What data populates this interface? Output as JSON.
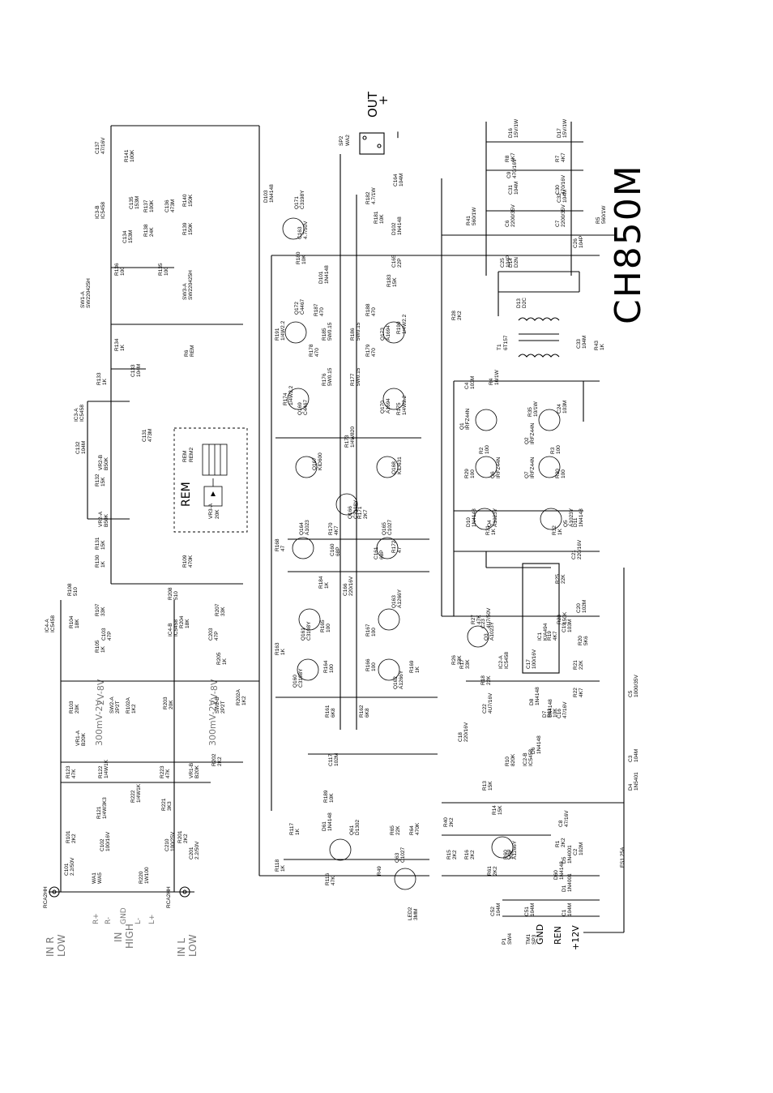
{
  "title": "CH850M",
  "output": {
    "plus": "+",
    "minus": "_",
    "label": "OUT",
    "connector": "SP2",
    "connector_sub": "WA2"
  },
  "left_labels": {
    "in_r": "IN R",
    "in_r_low": "LOW",
    "in_high": "IN",
    "in_high_sub": "HIGH",
    "in_l": "IN L",
    "in_l_low": "LOW",
    "pins": [
      "R+",
      "R-",
      "GND",
      "L-",
      "L+"
    ],
    "conn_r": "RCA2HH",
    "conn_l": "RCA2HH",
    "gain_r": "300mV-2V",
    "gain_l": "300mV-2V",
    "range_r": "2V-8V",
    "range_l": "2V-8V"
  },
  "rem_box": {
    "label": "REM",
    "pot": "VR3-A",
    "pot_val": "20K",
    "conn": "REM",
    "conn_sub": "REM2"
  },
  "power_labels": {
    "gnd": "GND",
    "ren": "REN",
    "v12": "+12V",
    "fuse": "FS1 25A"
  },
  "transformer": {
    "name": "T1",
    "part": "6T157"
  },
  "components": {
    "resistors": [
      {
        "id": "R141",
        "val": "100K"
      },
      {
        "id": "R137",
        "val": "100K"
      },
      {
        "id": "R138",
        "val": "24K"
      },
      {
        "id": "R139",
        "val": "150K"
      },
      {
        "id": "R140",
        "val": "150K"
      },
      {
        "id": "R136",
        "val": "100"
      },
      {
        "id": "R135",
        "val": "100"
      },
      {
        "id": "R134",
        "val": "1K"
      },
      {
        "id": "R133",
        "val": "1K"
      },
      {
        "id": "R132",
        "val": "15K"
      },
      {
        "id": "R131",
        "val": "15K"
      },
      {
        "id": "R130",
        "val": "1K"
      },
      {
        "id": "R109",
        "val": "470K"
      },
      {
        "id": "R108",
        "val": "510"
      },
      {
        "id": "R107",
        "val": "33K"
      },
      {
        "id": "R104",
        "val": "18K"
      },
      {
        "id": "R105",
        "val": "1K"
      },
      {
        "id": "R208",
        "val": "510"
      },
      {
        "id": "R207",
        "val": "33K"
      },
      {
        "id": "R204",
        "val": "18K"
      },
      {
        "id": "R205",
        "val": "1K"
      },
      {
        "id": "R103",
        "val": "20K"
      },
      {
        "id": "R102A",
        "val": "1K2"
      },
      {
        "id": "R203",
        "val": "20K"
      },
      {
        "id": "R202A",
        "val": "1K2"
      },
      {
        "id": "R123",
        "val": "47K"
      },
      {
        "id": "R122",
        "val": "1/4W1K"
      },
      {
        "id": "R121",
        "val": "1/4W3K3"
      },
      {
        "id": "R223",
        "val": "47K"
      },
      {
        "id": "R222",
        "val": "1/4W1K"
      },
      {
        "id": "R221",
        "val": "3K3"
      },
      {
        "id": "R101",
        "val": "2K2"
      },
      {
        "id": "R201",
        "val": "2K2"
      },
      {
        "id": "R220",
        "val": "1W100"
      },
      {
        "id": "R202",
        "val": "2K2"
      },
      {
        "id": "R185",
        "val": "5W0.15"
      },
      {
        "id": "R186",
        "val": "5W0.15"
      },
      {
        "id": "R176",
        "val": "5W0.15"
      },
      {
        "id": "R177",
        "val": "5W0.15"
      },
      {
        "id": "R178",
        "val": "470"
      },
      {
        "id": "R179",
        "val": "470"
      },
      {
        "id": "R187",
        "val": "470"
      },
      {
        "id": "R188",
        "val": "470"
      },
      {
        "id": "R191",
        "val": "1/4W2.2"
      },
      {
        "id": "R190",
        "val": "1/4W2.2"
      },
      {
        "id": "R174",
        "val": "1/4W2.2"
      },
      {
        "id": "R175",
        "val": "1/4W2.2"
      },
      {
        "id": "R173",
        "val": "1/4W820"
      },
      {
        "id": "R170",
        "val": "4K7"
      },
      {
        "id": "R171",
        "val": "2K7"
      },
      {
        "id": "R168",
        "val": "47"
      },
      {
        "id": "R172",
        "val": "47"
      },
      {
        "id": "R180",
        "val": "10K"
      },
      {
        "id": "R181",
        "val": "10K"
      },
      {
        "id": "R182",
        "val": "4.7/1W"
      },
      {
        "id": "R183",
        "val": "15K"
      },
      {
        "id": "R184",
        "val": "1K"
      },
      {
        "id": "R165",
        "val": "100"
      },
      {
        "id": "R167",
        "val": "100"
      },
      {
        "id": "R163",
        "val": "1K"
      },
      {
        "id": "R164",
        "val": "100"
      },
      {
        "id": "R166",
        "val": "100"
      },
      {
        "id": "R169",
        "val": "1K"
      },
      {
        "id": "R161",
        "val": "6K8"
      },
      {
        "id": "R162",
        "val": "6K8"
      },
      {
        "id": "R189",
        "val": "10K"
      },
      {
        "id": "R117",
        "val": "1K"
      },
      {
        "id": "R118",
        "val": "1K"
      },
      {
        "id": "R116",
        "val": "47K"
      },
      {
        "id": "R65",
        "val": "22K"
      },
      {
        "id": "R64",
        "val": "470K"
      },
      {
        "id": "R49",
        "val": ""
      },
      {
        "id": "R28",
        "val": "2K2"
      },
      {
        "id": "R41",
        "val": "560/1W"
      },
      {
        "id": "R5",
        "val": "560/1W"
      },
      {
        "id": "R8",
        "val": "4K7"
      },
      {
        "id": "R7",
        "val": "4K7"
      },
      {
        "id": "R4",
        "val": "10/1W"
      },
      {
        "id": "R35",
        "val": "10/1W"
      },
      {
        "id": "R2",
        "val": "100"
      },
      {
        "id": "R3",
        "val": "100"
      },
      {
        "id": "R29",
        "val": "100"
      },
      {
        "id": "R30",
        "val": "100"
      },
      {
        "id": "R31",
        "val": "1K"
      },
      {
        "id": "R32",
        "val": "1K"
      },
      {
        "id": "R43",
        "val": "1K"
      },
      {
        "id": "R25",
        "val": "22K"
      },
      {
        "id": "R27",
        "val": "47K"
      },
      {
        "id": "R26",
        "val": "33K"
      },
      {
        "id": "R23",
        "val": "150K"
      },
      {
        "id": "R20",
        "val": "5K6"
      },
      {
        "id": "R19",
        "val": "4K7"
      },
      {
        "id": "R21",
        "val": "22K"
      },
      {
        "id": "R22",
        "val": "4K7"
      },
      {
        "id": "R17",
        "val": "33K"
      },
      {
        "id": "R18",
        "val": "22K"
      },
      {
        "id": "R10",
        "val": "820K"
      },
      {
        "id": "R13",
        "val": "15K"
      },
      {
        "id": "R14",
        "val": "15K"
      },
      {
        "id": "R11",
        "val": "10K"
      },
      {
        "id": "R40",
        "val": "2K2"
      },
      {
        "id": "R15",
        "val": "2K2"
      },
      {
        "id": "R16",
        "val": "2K2"
      },
      {
        "id": "R60",
        "val": "10K"
      },
      {
        "id": "R61",
        "val": "2K2"
      },
      {
        "id": "R1",
        "val": "2K2"
      },
      {
        "id": "R6",
        "val": "REM"
      }
    ],
    "capacitors": [
      {
        "id": "C137",
        "val": "47/16V"
      },
      {
        "id": "C135",
        "val": "153M"
      },
      {
        "id": "C136",
        "val": "473M"
      },
      {
        "id": "C134",
        "val": "153M"
      },
      {
        "id": "C133",
        "val": "104M"
      },
      {
        "id": "C132",
        "val": "104M"
      },
      {
        "id": "C131",
        "val": "473M"
      },
      {
        "id": "C103",
        "val": "47P"
      },
      {
        "id": "C203",
        "val": "47P"
      },
      {
        "id": "C101",
        "val": "2.2/50V"
      },
      {
        "id": "C102",
        "val": "100/16V"
      },
      {
        "id": "C201",
        "val": "2.2/50V"
      },
      {
        "id": "C210",
        "val": "100/25V"
      },
      {
        "id": "C164",
        "val": "104M"
      },
      {
        "id": "C163",
        "val": "4.7/50V"
      },
      {
        "id": "C165",
        "val": "22P"
      },
      {
        "id": "C160",
        "val": "68P"
      },
      {
        "id": "C161",
        "val": "68P"
      },
      {
        "id": "C166",
        "val": "220/16V"
      },
      {
        "id": "C117",
        "val": "102M"
      },
      {
        "id": "C25",
        "val": "104P"
      },
      {
        "id": "C26",
        "val": "104P"
      },
      {
        "id": "C4",
        "val": "103M"
      },
      {
        "id": "C24",
        "val": "103M"
      },
      {
        "id": "C33",
        "val": "104M"
      },
      {
        "id": "C30",
        "val": "470/16V"
      },
      {
        "id": "C31",
        "val": "104M"
      },
      {
        "id": "C32",
        "val": "104M"
      },
      {
        "id": "C6",
        "val": "2200/35V"
      },
      {
        "id": "C7",
        "val": "2200/35V"
      },
      {
        "id": "C9",
        "val": "470/16V"
      },
      {
        "id": "C20",
        "val": "102M"
      },
      {
        "id": "C21",
        "val": "220/16V"
      },
      {
        "id": "C23",
        "val": "4U7/50V"
      },
      {
        "id": "C17",
        "val": "100/16V"
      },
      {
        "id": "C22",
        "val": "4U7/16V"
      },
      {
        "id": "C16",
        "val": "47/16V"
      },
      {
        "id": "C18",
        "val": "220/16V"
      },
      {
        "id": "C5",
        "val": "1000/35V"
      },
      {
        "id": "C3",
        "val": "104M"
      },
      {
        "id": "C19",
        "val": "103M"
      },
      {
        "id": "C2",
        "val": "102M"
      },
      {
        "id": "C1",
        "val": "104M"
      },
      {
        "id": "C51",
        "val": "104M"
      },
      {
        "id": "C52",
        "val": "104M"
      },
      {
        "id": "C8",
        "val": "47/16V"
      }
    ],
    "transistors": [
      {
        "id": "Q171",
        "val": "C3198Y"
      },
      {
        "id": "Q172",
        "val": "C4467"
      },
      {
        "id": "Q173",
        "val": "A1694"
      },
      {
        "id": "Q169",
        "val": "C4467"
      },
      {
        "id": "Q170",
        "val": "A1694"
      },
      {
        "id": "Q167",
        "val": "KID600"
      },
      {
        "id": "Q168",
        "val": "KID631"
      },
      {
        "id": "Q166",
        "val": "C3198Y"
      },
      {
        "id": "Q164",
        "val": "A1023"
      },
      {
        "id": "Q165",
        "val": "C1027"
      },
      {
        "id": "Q161",
        "val": "C3198Y"
      },
      {
        "id": "Q163",
        "val": "A1266Y"
      },
      {
        "id": "Q160",
        "val": "C3198Y"
      },
      {
        "id": "Q162",
        "val": "A1266Y"
      },
      {
        "id": "Q61",
        "val": "D1302"
      },
      {
        "id": "Q63",
        "val": "C1027"
      },
      {
        "id": "Q1",
        "val": "IRFZ44N"
      },
      {
        "id": "Q2",
        "val": "IRFZ44N"
      },
      {
        "id": "Q6",
        "val": "IRFZ44N"
      },
      {
        "id": "Q7",
        "val": "IRFZ44N"
      },
      {
        "id": "Q4",
        "val": "A1023Y"
      },
      {
        "id": "Q5",
        "val": "A1023Y"
      },
      {
        "id": "Q3",
        "val": "A1023Y"
      },
      {
        "id": "Q60",
        "val": "A1266Y"
      }
    ],
    "diodes": [
      {
        "id": "D101",
        "val": "1N4148"
      },
      {
        "id": "D103",
        "val": "1N4148"
      },
      {
        "id": "D102",
        "val": "1N4148"
      },
      {
        "id": "D61",
        "val": "1N4148"
      },
      {
        "id": "D16",
        "val": "15V/1W"
      },
      {
        "id": "D17",
        "val": "15V/1W"
      },
      {
        "id": "D14",
        "val": "D2N"
      },
      {
        "id": "D13",
        "val": "D2C"
      },
      {
        "id": "D10",
        "val": "1N4148"
      },
      {
        "id": "D11",
        "val": "1N4148"
      },
      {
        "id": "D8",
        "val": "1N4148"
      },
      {
        "id": "D7",
        "val": "1N4148"
      },
      {
        "id": "D6",
        "val": "1N4148"
      },
      {
        "id": "D4",
        "val": "1N5401"
      },
      {
        "id": "D5",
        "val": "1N4001"
      },
      {
        "id": "D1",
        "val": "1N4001"
      },
      {
        "id": "D60",
        "val": "1N4148"
      },
      {
        "id": "LED2",
        "val": "3MM"
      }
    ],
    "ics": [
      {
        "id": "IC3-A",
        "val": "IC5458"
      },
      {
        "id": "IC3-B",
        "val": "IC5458"
      },
      {
        "id": "IC4-A",
        "val": "IC5458"
      },
      {
        "id": "IC4-B",
        "val": "IC5458"
      },
      {
        "id": "IC1",
        "val": "KIA494"
      },
      {
        "id": "IC2-A",
        "val": "IC5458"
      },
      {
        "id": "IC2-B",
        "val": "IC5458"
      }
    ],
    "pots_switches": [
      {
        "id": "VR2-B",
        "val": "B50K"
      },
      {
        "id": "VR2-A",
        "val": "B50K"
      },
      {
        "id": "VR1-A",
        "val": "B20K"
      },
      {
        "id": "VR1-B",
        "val": "B20K"
      },
      {
        "id": "SW1-A",
        "val": "SW220425H"
      },
      {
        "id": "SW3-A",
        "val": "SW220425H"
      },
      {
        "id": "SW2-A",
        "val": "2P2T"
      },
      {
        "id": "SW2-B",
        "val": "2P2T"
      }
    ],
    "connectors": [
      {
        "id": "WA1",
        "val": "WA5"
      },
      {
        "id": "P1",
        "val": "SW4"
      },
      {
        "id": "TM1",
        "val": "SP3"
      }
    ]
  }
}
